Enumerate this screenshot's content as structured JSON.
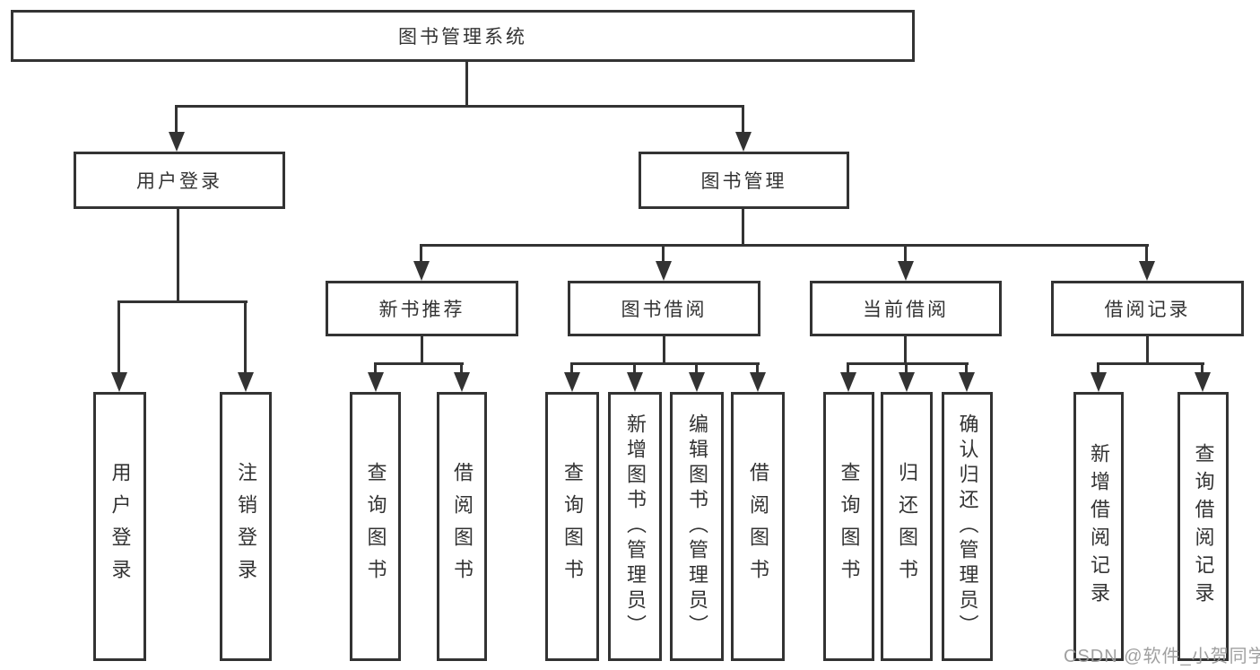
{
  "root": {
    "label": "图书管理系统"
  },
  "level2": [
    {
      "label": "用户登录",
      "children": [
        "用户登录",
        "注销登录"
      ]
    },
    {
      "label": "图书管理"
    }
  ],
  "level3": [
    {
      "label": "新书推荐",
      "children": [
        "查询图书",
        "借阅图书"
      ]
    },
    {
      "label": "图书借阅",
      "children": [
        "查询图书",
        "新增图书（管理员）",
        "编辑图书（管理员）",
        "借阅图书"
      ]
    },
    {
      "label": "当前借阅",
      "children": [
        "查询图书",
        "归还图书",
        "确认归还（管理员）"
      ]
    },
    {
      "label": "借阅记录",
      "children": [
        "新增借阅记录",
        "查询借阅记录"
      ]
    }
  ],
  "watermark": "CSDN @软件_小贺同学",
  "colors": {
    "line": "#333333",
    "background": "#ffffff",
    "watermark": "#9b9b9b"
  }
}
